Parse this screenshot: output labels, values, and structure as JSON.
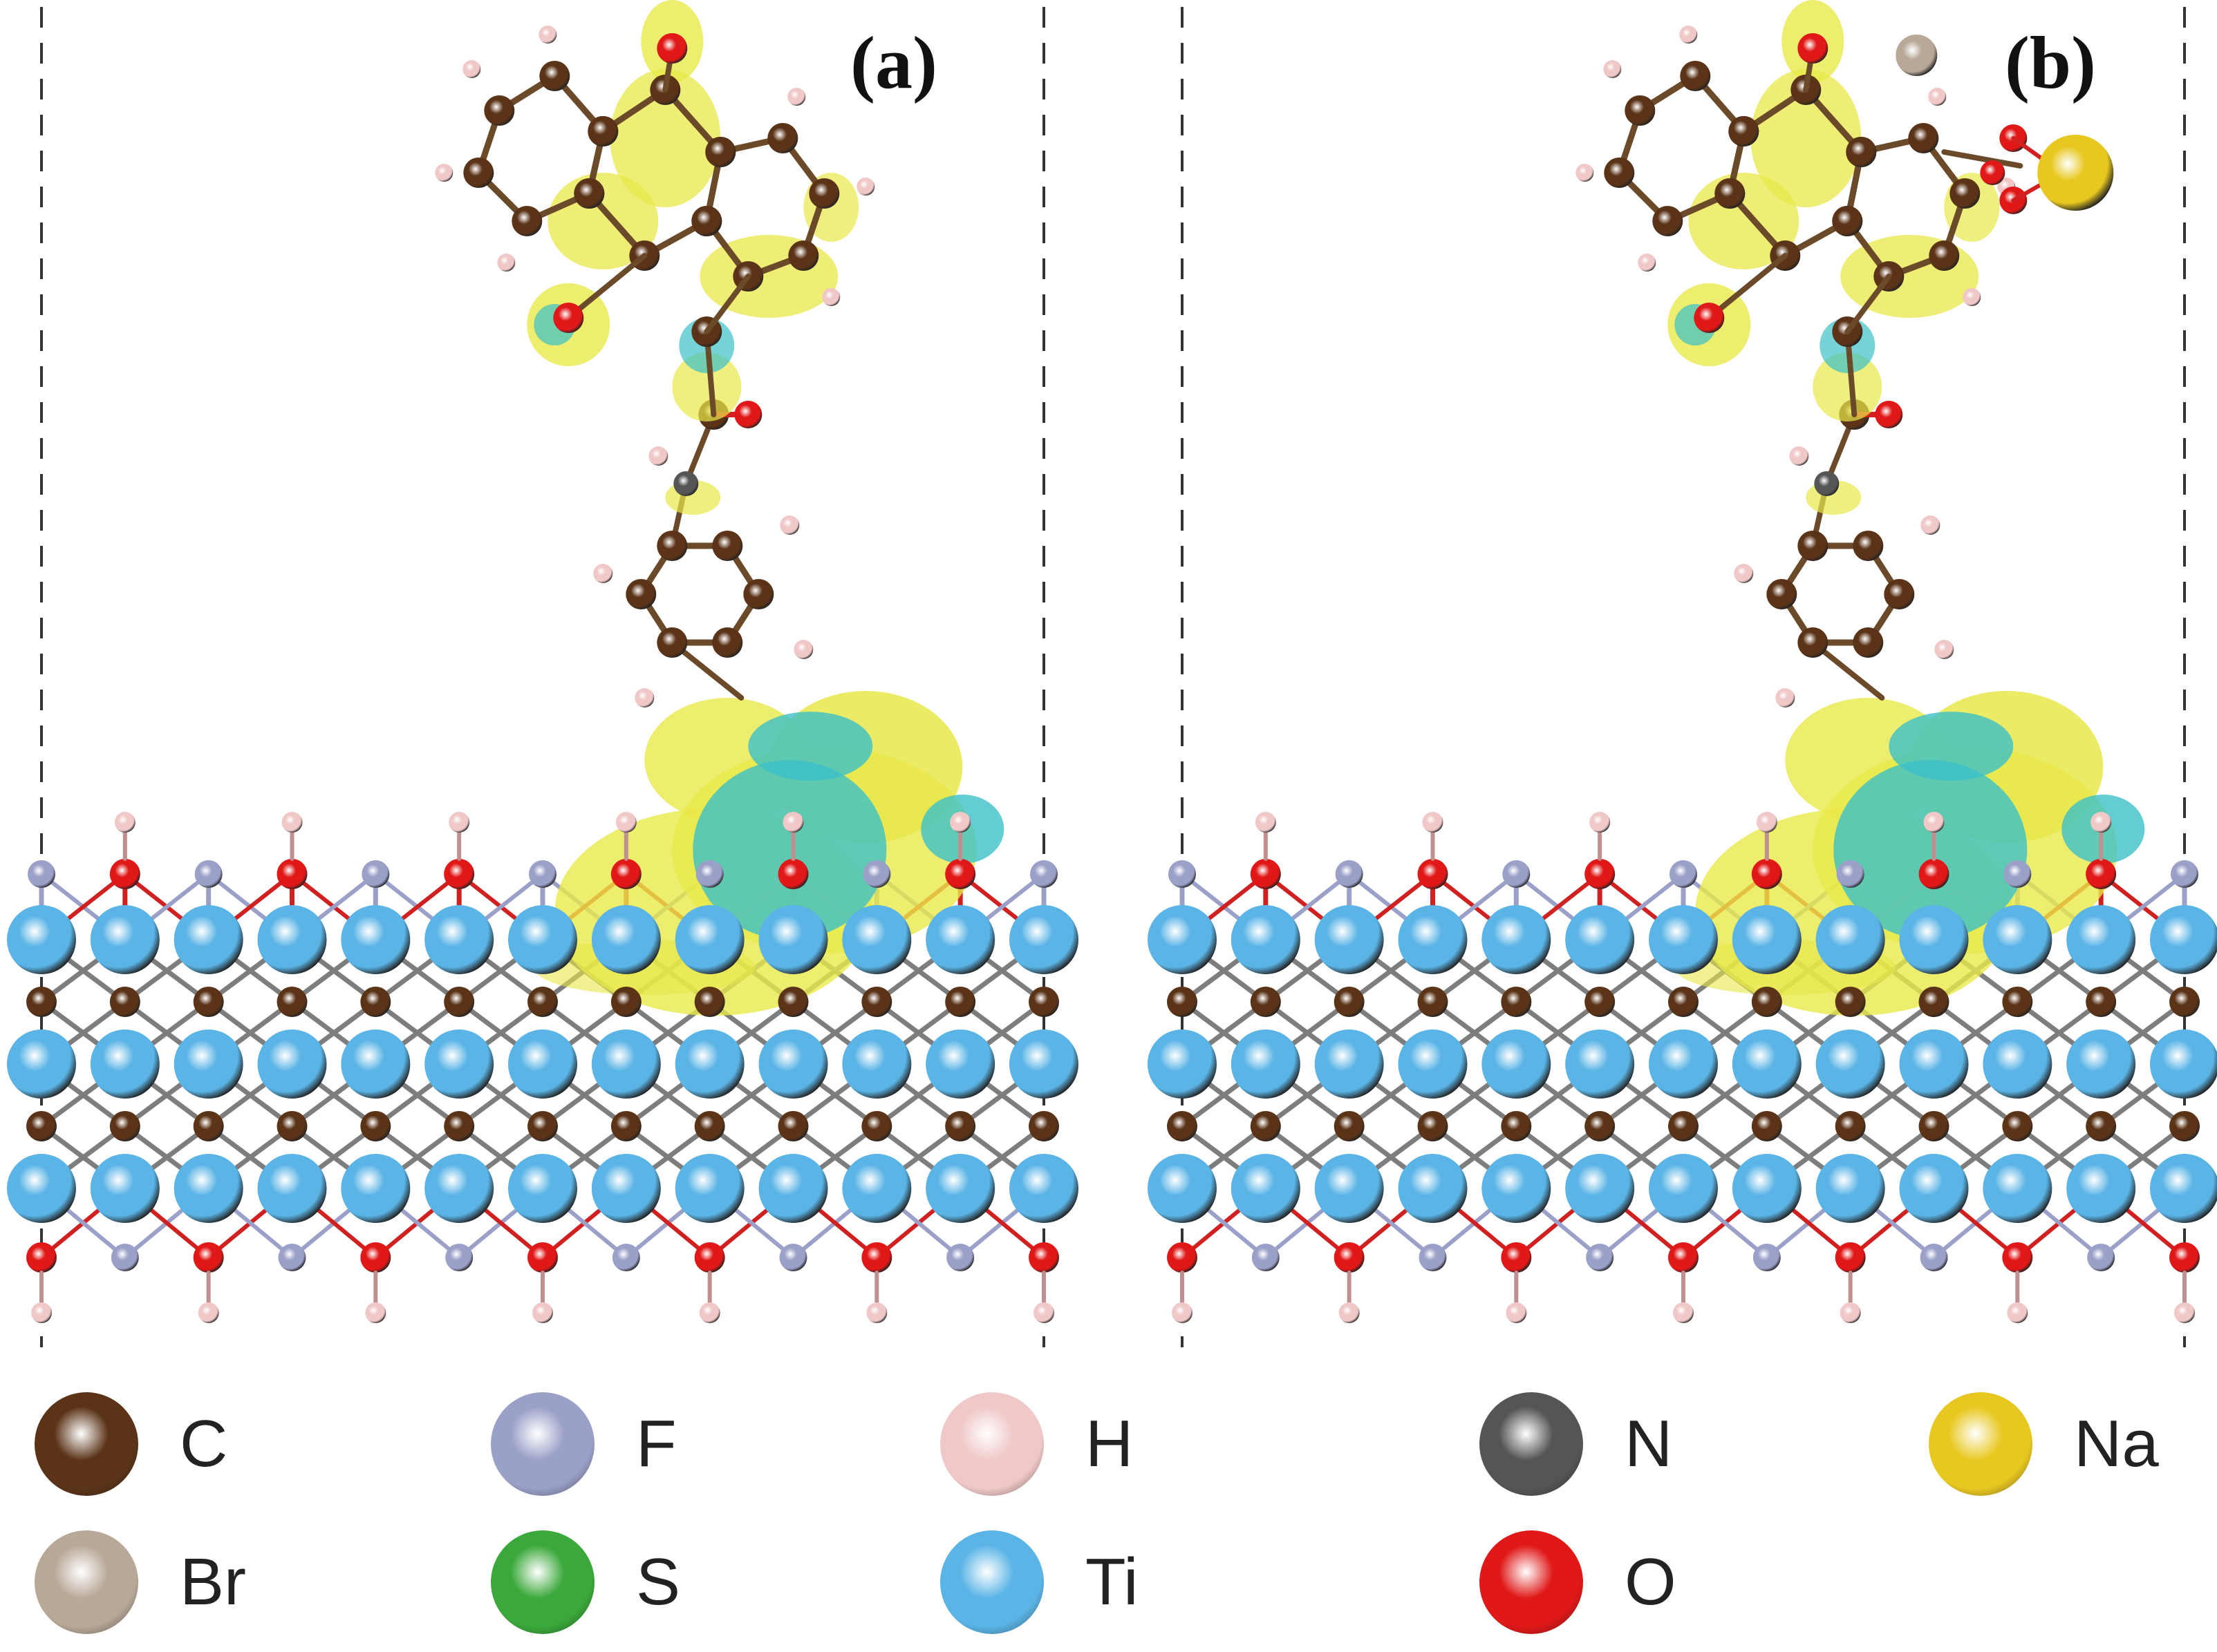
{
  "panels": [
    {
      "label": "(a)"
    },
    {
      "label": "(b)"
    }
  ],
  "legend": [
    {
      "element": "C",
      "color": "#5b3418"
    },
    {
      "element": "F",
      "color": "#9aa0c8"
    },
    {
      "element": "H",
      "color": "#f0c8c8"
    },
    {
      "element": "N",
      "color": "#555555"
    },
    {
      "element": "Na",
      "color": "#e8c820"
    },
    {
      "element": "Br",
      "color": "#b8a898"
    },
    {
      "element": "S",
      "color": "#3aa83a"
    },
    {
      "element": "Ti",
      "color": "#5ab4e6"
    },
    {
      "element": "O",
      "color": "#e01818"
    }
  ],
  "colors": {
    "isosurface_accumulation": "#e8e84a",
    "isosurface_depletion": "#3cc0c8",
    "bond_c": "#6b4a2a",
    "lattice_bond": "#7d7d7d",
    "o_bond": "#d02020"
  },
  "icons": [
    "dashed-cell-boundary",
    "ball-and-stick-atom"
  ]
}
